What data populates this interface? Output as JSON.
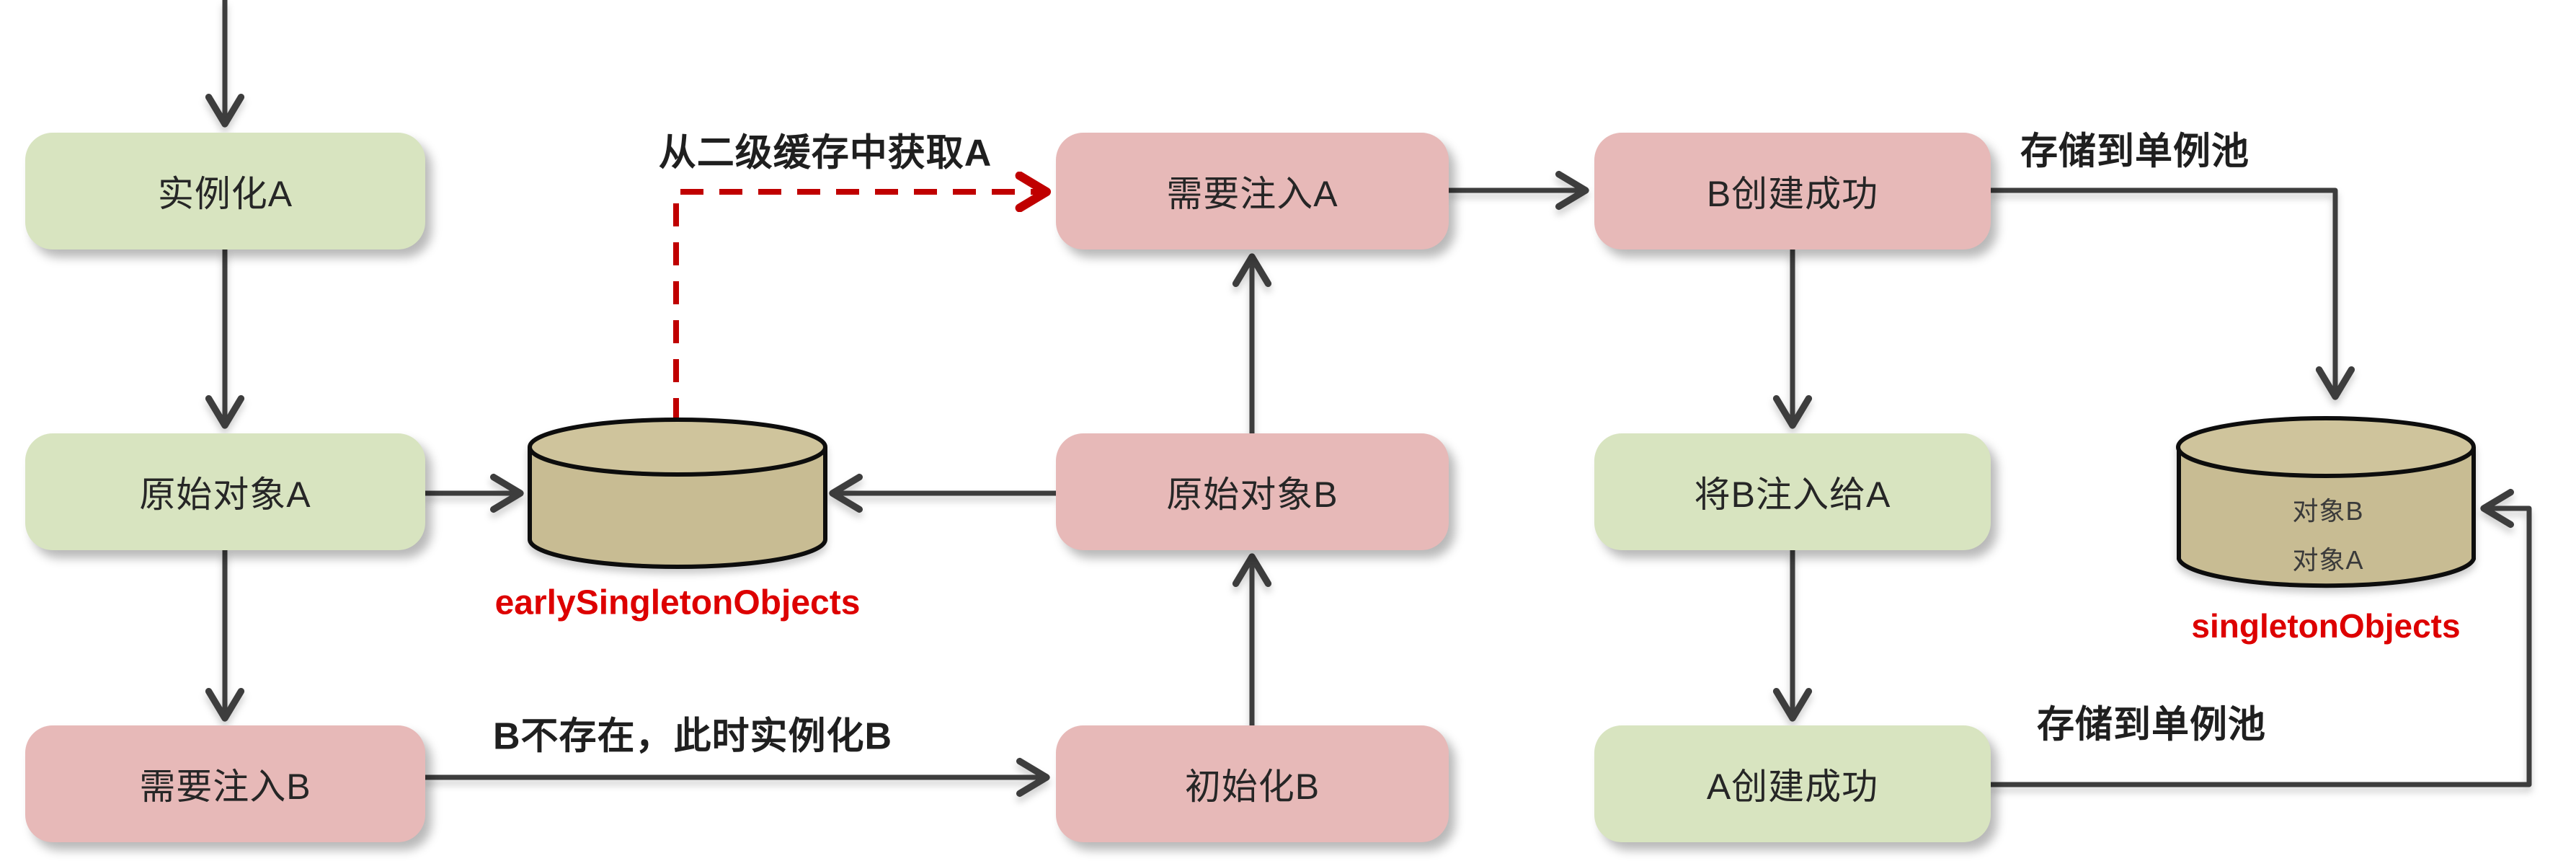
{
  "diagram": {
    "title_hint": "Spring circular dependency resolution flow",
    "nodes": {
      "instantiate_a": {
        "label": "实例化A",
        "color_role": "green"
      },
      "raw_a": {
        "label": "原始对象A",
        "color_role": "green"
      },
      "need_inject_b": {
        "label": "需要注入B",
        "color_role": "pink"
      },
      "need_inject_a": {
        "label": "需要注入A",
        "color_role": "pink"
      },
      "raw_b": {
        "label": "原始对象B",
        "color_role": "pink"
      },
      "init_b": {
        "label": "初始化B",
        "color_role": "pink"
      },
      "b_created": {
        "label": "B创建成功",
        "color_role": "pink"
      },
      "inject_b_into_a": {
        "label": "将B注入给A",
        "color_role": "green"
      },
      "a_created": {
        "label": "A创建成功",
        "color_role": "green"
      }
    },
    "cylinders": {
      "early_singleton": {
        "label": "earlySingletonObjects",
        "items": []
      },
      "singleton": {
        "label": "singletonObjects",
        "items": [
          "对象B",
          "对象A"
        ]
      }
    },
    "edge_labels": {
      "get_a_from_l2_cache": "从二级缓存中获取A",
      "store_to_pool_top": "存储到单例池",
      "b_missing_instantiate_b": "B不存在，此时实例化B",
      "store_to_pool_bottom": "存储到单例池"
    },
    "colors": {
      "green_box": "#d8e4c0",
      "pink_box": "#e7b9b8",
      "cylinder_body": "#c8bc93",
      "cylinder_top": "#cfc49c",
      "cylinder_outline": "#0d0d0d",
      "arrow": "#3d3d3d",
      "red_dashed": "#c00000",
      "red_label": "#dd0000",
      "node_text": "#262626",
      "label_text": "#1f1f1f",
      "background": "#ffffff"
    }
  }
}
